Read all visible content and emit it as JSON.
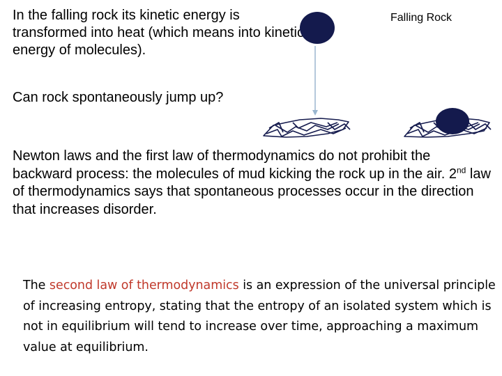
{
  "intro": {
    "text": "In the falling rock its kinetic energy is transformed into heat (which means into kinetic energy of molecules)."
  },
  "figure": {
    "label": "Falling Rock",
    "rock_color": "#141a4d",
    "arrow_color": "#9ab6cf"
  },
  "question": {
    "text": "Can rock spontaneously jump up?"
  },
  "newton": {
    "before_sup": "Newton laws and the first law of thermodynamics do not prohibit the backward process: the molecules of mud kicking the rock up in the air. 2",
    "sup": "nd",
    "after_sup": " law of thermodynamics says that spontaneous processes occur in the direction that increases disorder."
  },
  "definition": {
    "prefix": "The ",
    "highlight": "second law of thermodynamics",
    "suffix": " is an expression of the universal principle of increasing entropy, stating that the entropy of an isolated system which is not in equilibrium will tend to increase over time, approaching a maximum value at equilibrium.",
    "highlight_color": "#c0392b"
  }
}
